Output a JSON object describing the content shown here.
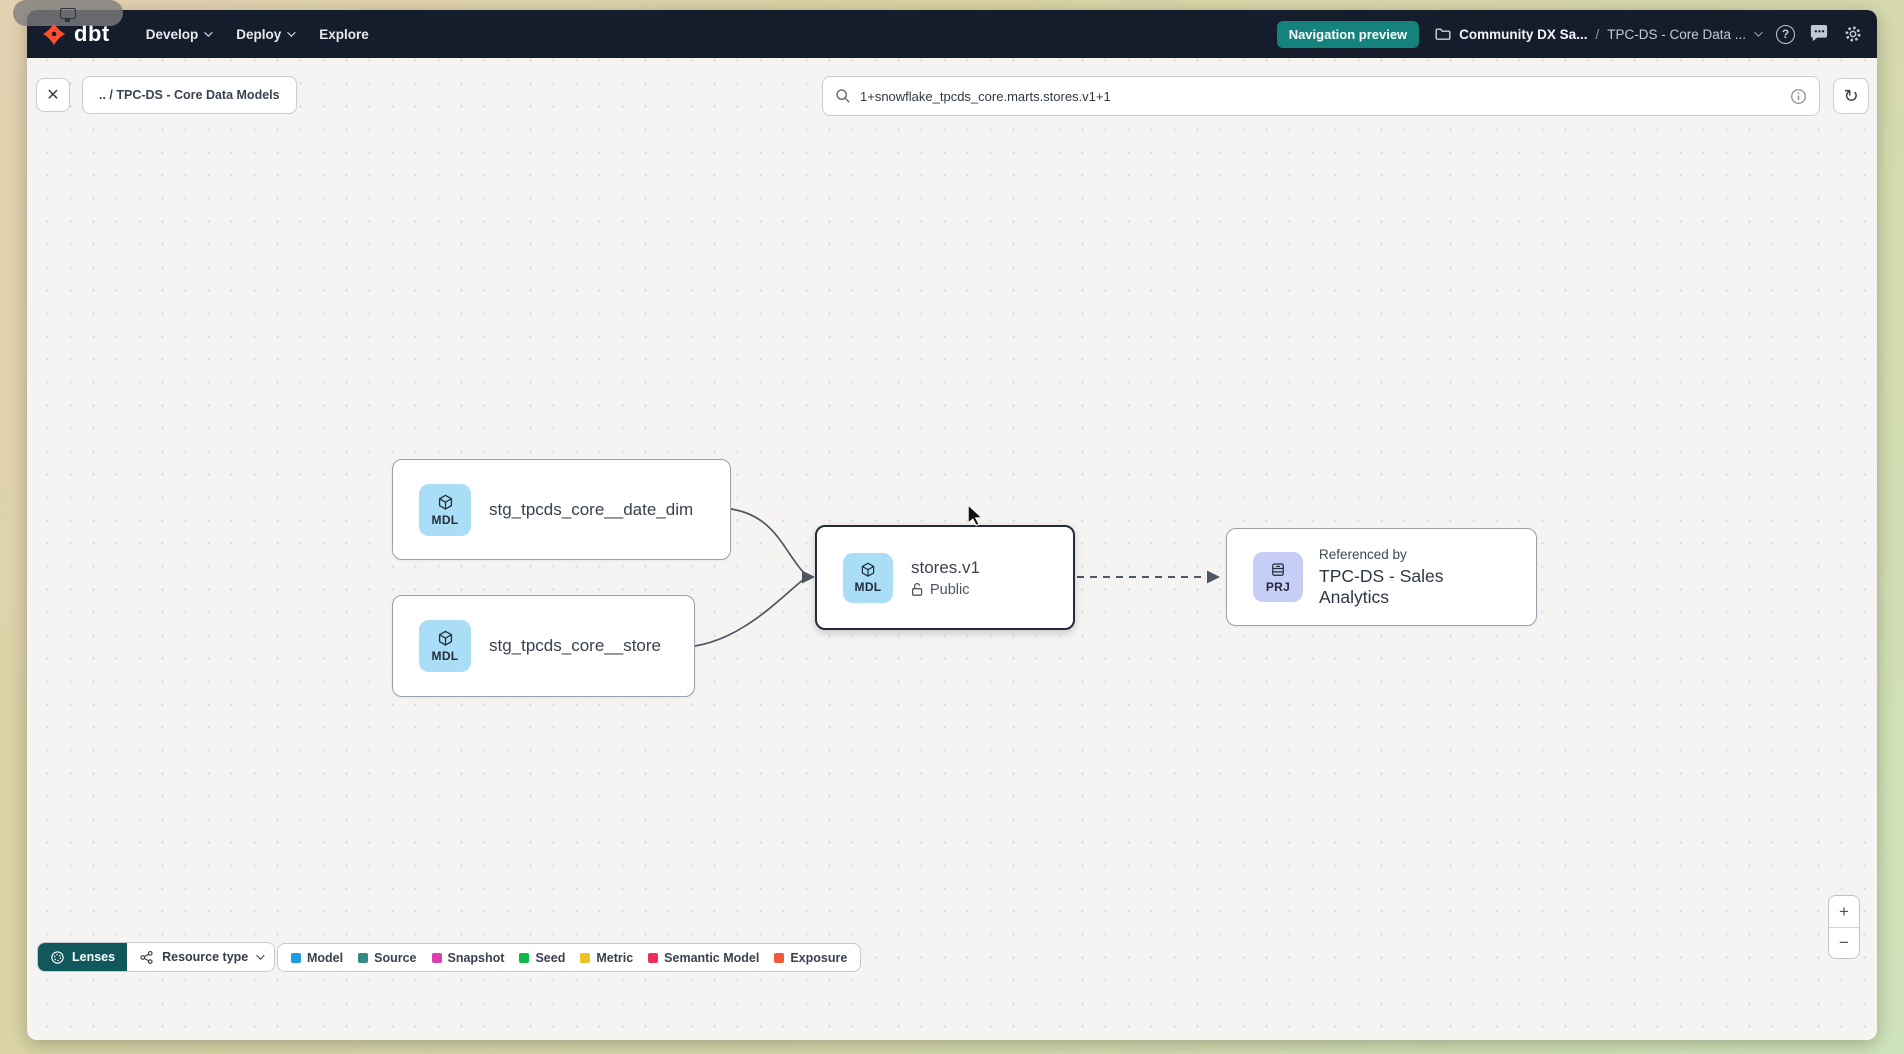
{
  "navbar": {
    "logo_text": "dbt",
    "menu": [
      {
        "label": "Develop"
      },
      {
        "label": "Deploy"
      },
      {
        "label": "Explore"
      }
    ],
    "preview_badge": "Navigation preview",
    "breadcrumb": {
      "account": "Community DX Sa...",
      "separator": "/",
      "project": "TPC-DS - Core Data ..."
    }
  },
  "toolbar": {
    "path_chip": ".. / TPC-DS - Core Data Models",
    "search_value": "1+snowflake_tpcds_core.marts.stores.v1+1"
  },
  "graph": {
    "nodes": {
      "date_dim": {
        "badge": "MDL",
        "title": "stg_tpcds_core__date_dim"
      },
      "store": {
        "badge": "MDL",
        "title": "stg_tpcds_core__store"
      },
      "stores_v1": {
        "badge": "MDL",
        "title": "stores.v1",
        "access": "Public"
      },
      "sales_analytics": {
        "badge": "PRJ",
        "eyebrow": "Referenced by",
        "title": "TPC-DS - Sales Analytics"
      }
    }
  },
  "footer": {
    "lenses_label": "Lenses",
    "resource_type_label": "Resource type",
    "legend": [
      {
        "label": "Model",
        "color": "#1e9be3"
      },
      {
        "label": "Source",
        "color": "#338b86"
      },
      {
        "label": "Snapshot",
        "color": "#dd3fb3"
      },
      {
        "label": "Seed",
        "color": "#0eb94b"
      },
      {
        "label": "Metric",
        "color": "#eec225"
      },
      {
        "label": "Semantic Model",
        "color": "#ee2d5b"
      },
      {
        "label": "Exposure",
        "color": "#f0593a"
      }
    ]
  },
  "icons": {
    "close": "✕",
    "refresh": "↻",
    "help": "?",
    "zoom_in": "+",
    "zoom_out": "−"
  },
  "colors": {
    "navbar_bg": "#151d2c",
    "accent_teal": "#15827c",
    "dbt_orange": "#ff4f2e",
    "model_badge_bg": "#a9def6",
    "project_badge_bg": "#c6cdf7"
  }
}
